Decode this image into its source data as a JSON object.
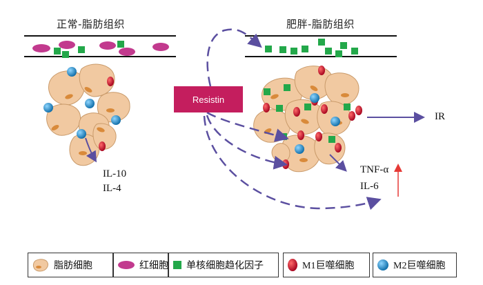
{
  "titles": {
    "normal": "正常-脂肪组织",
    "obese": "肥胖-脂肪组织"
  },
  "resistin": "Resistin",
  "outputs": {
    "normal_cytokines": [
      "IL-10",
      "IL-4"
    ],
    "obese_cytokines": [
      "TNF-α",
      "IL-6"
    ],
    "ir": "IR"
  },
  "legend": {
    "adipocyte": "脂肪细胞",
    "rbc": "红细胞",
    "monocyte_factor": "单核细胞趋化因子",
    "m1": "M1巨噬细胞",
    "m2": "M2巨噬细胞"
  },
  "colors": {
    "adipocyte": "#f1c9a1",
    "adipocyte_edge": "#c99a6a",
    "nucleus": "#d98a3a",
    "rbc": "#c23a8e",
    "monocyte_factor": "#23a84a",
    "m1": "#c8102e",
    "m2": "#1f8fd0",
    "arrow": "#5b4fa0",
    "resistin_box": "#c41e5e",
    "increase_arrow": "#e53935"
  }
}
